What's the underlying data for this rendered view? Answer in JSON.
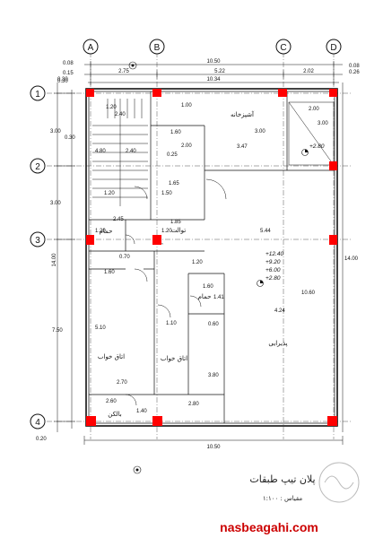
{
  "top_dims_total": "10.50",
  "top_dims_inner": "10.34",
  "top_dims_segments": [
    "2.75",
    "5.22",
    "2.02"
  ],
  "top_dims_small_left": [
    "0.08",
    "0.15",
    "0.30"
  ],
  "top_dims_small_right": [
    "0.08",
    "0.26"
  ],
  "bottom_dims_total": "10.50",
  "left_dims_total": "14.00",
  "right_dims_total": "14.00",
  "left_dims_segments": [
    "3.00",
    "3.00",
    "7.50"
  ],
  "left_dims_small": [
    "0.30",
    "0.20"
  ],
  "axes_cols": [
    "A",
    "B",
    "C",
    "D"
  ],
  "axes_rows": [
    "1",
    "2",
    "3",
    "4"
  ],
  "rooms": {
    "kitchen": "آشپزخانه",
    "bath": "حمام",
    "wc": "توالت",
    "bath2": "حمام",
    "reception": "پذیرایی",
    "bed1": "اتاق خواب",
    "bed2": "اتاق خواب",
    "balcony": "بالکن"
  },
  "inner_dims": [
    "1.20",
    "2.40",
    "1.00",
    "1.60",
    "2.00",
    "3.00",
    "2.00",
    "3.00",
    "4.80",
    "2.40",
    "0.25",
    "3.47",
    "1.65",
    "1.20",
    "1.50",
    "2.45",
    "1.85",
    "1.20",
    "1.20",
    "5.44",
    "0.70",
    "1.60",
    "1.20",
    "1.60",
    "1.41",
    "1.10",
    "0.60",
    "4.24",
    "10.60",
    "5.10",
    "3.80",
    "2.70",
    "2.60",
    "1.40",
    "2.80",
    "0.30"
  ],
  "elevations_main": [
    "+12.40",
    "+9.20",
    "+6.00",
    "+2.80"
  ],
  "elevation_stair": "+2.80",
  "footer": {
    "title": "پلان تیپ طبقات",
    "scale": "مقیاس : ۱:۱۰۰"
  },
  "watermark": "nasbeagahi.com",
  "colors": {
    "column": "#ff0000",
    "line": "#111111",
    "watermark": "#cc0000"
  }
}
